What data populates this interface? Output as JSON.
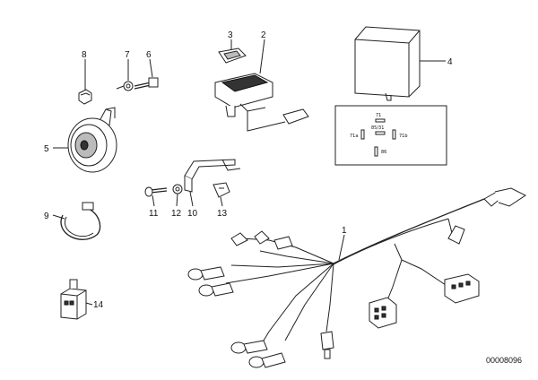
{
  "parts": [
    {
      "id": "1",
      "label": "1"
    },
    {
      "id": "2",
      "label": "2"
    },
    {
      "id": "3",
      "label": "3"
    },
    {
      "id": "4",
      "label": "4"
    },
    {
      "id": "5",
      "label": "5"
    },
    {
      "id": "6",
      "label": "6"
    },
    {
      "id": "7",
      "label": "7"
    },
    {
      "id": "8",
      "label": "8"
    },
    {
      "id": "9",
      "label": "9"
    },
    {
      "id": "10",
      "label": "10"
    },
    {
      "id": "11",
      "label": "11"
    },
    {
      "id": "12",
      "label": "12"
    },
    {
      "id": "13",
      "label": "13"
    },
    {
      "id": "14",
      "label": "14"
    }
  ],
  "relay_pins": {
    "p71": "71",
    "p85": "85/31",
    "p71a": "71a",
    "p71b": "71b",
    "p86": "86"
  },
  "doc_number": "00008096"
}
